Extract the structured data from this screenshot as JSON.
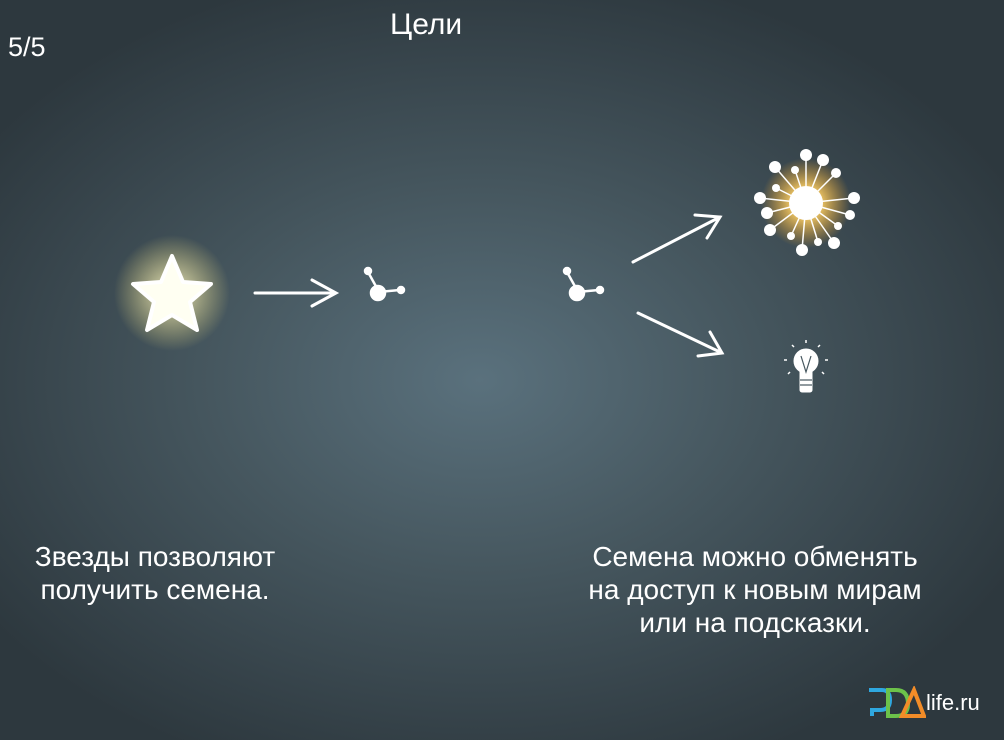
{
  "hud": {
    "page_counter": "5/5",
    "title": "Цели"
  },
  "captions": {
    "left": "Звезды позволяют получить семена.",
    "right": "Семена можно обменять на доступ к новым мирам или на подсказки."
  },
  "watermark": {
    "text": "life.ru",
    "logo": "PDA"
  },
  "colors": {
    "glow": "#f5c542",
    "text": "#ffffff"
  }
}
